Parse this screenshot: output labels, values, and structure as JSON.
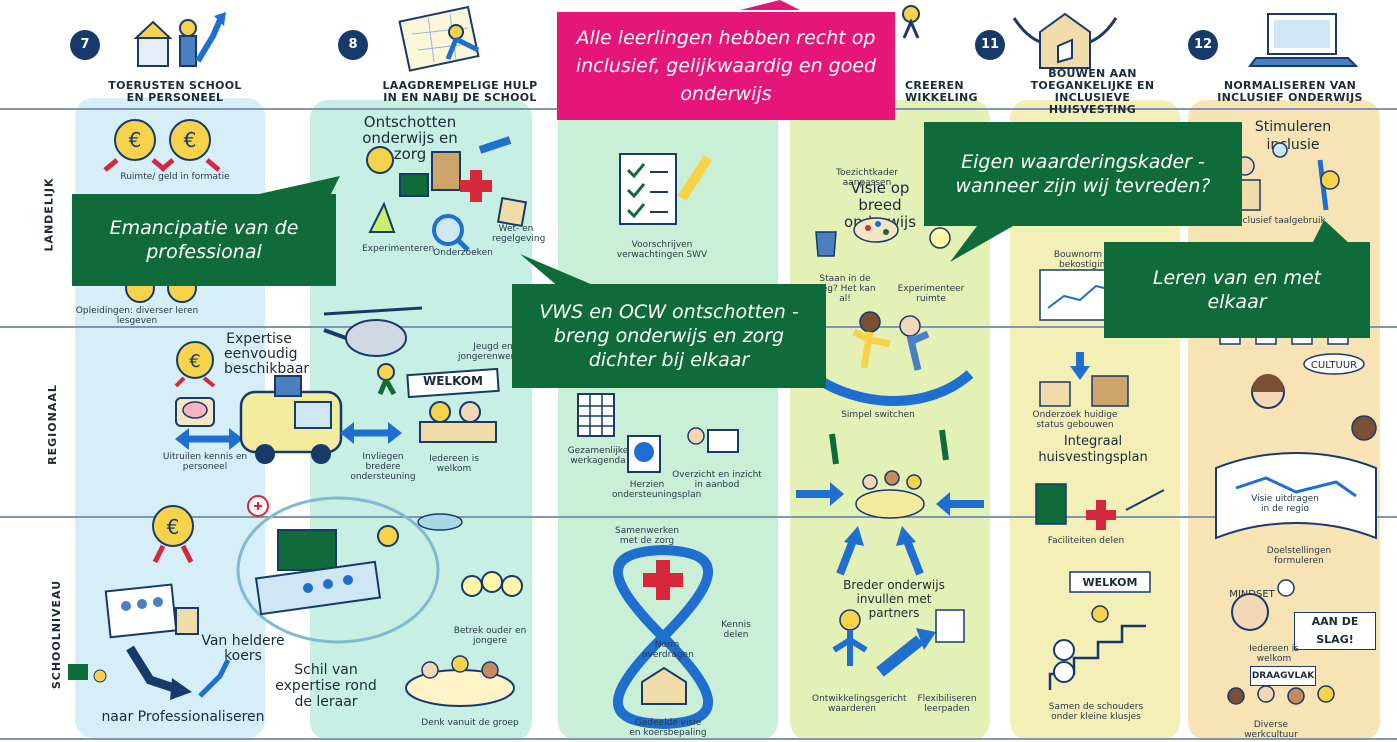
{
  "columns": [
    {
      "number": "7",
      "title_line1": "TOERUSTEN SCHOOL",
      "title_line2": "EN PERSONEEL"
    },
    {
      "number": "8",
      "title_line1": "LAAGDREMPELIGE HULP",
      "title_line2": "IN EN NABIJ DE SCHOOL"
    },
    {
      "number": "",
      "title_line1": "CREEREN",
      "title_line2": "WIKKELING"
    },
    {
      "number": "11",
      "title_line1": "BOUWEN AAN",
      "title_line2": "TOEGANKELIJKE EN",
      "title_line3": "INCLUSIEVE HUISVESTING"
    },
    {
      "number": "12",
      "title_line1": "NORMALISEREN VAN",
      "title_line2": "INCLUSIEF ONDERWIJS"
    }
  ],
  "rows": [
    "LANDELIJK",
    "REGIONAAL",
    "SCHOOLNIVEAU"
  ],
  "callouts": {
    "inclusive": "Alle leerlingen hebben recht op inclusief, gelijkwaardig en goed onderwijs",
    "emancipation": "Emancipatie van de professional",
    "vws": "VWS en OCW ontschotten - breng onderwijs en zorg dichter bij elkaar",
    "waardering": "Eigen waarderingskader - wanneer zijn wij tevreden?",
    "leren": "Leren van en met elkaar"
  },
  "headings": {
    "ontschotten": "Ontschotten onderwijs en zorg",
    "expertise": "Expertise eenvoudig beschikbaar",
    "visie": "Visie op breed onderwijs",
    "integraal": "Integraal huisvestingsplan",
    "stimuleren": "Stimuleren inclusie",
    "heldere": "Van heldere koers",
    "professionaliseren": "naar Professionaliseren",
    "schil": "Schil van expertise rond de leraar",
    "breder": "Breder onderwijs invullen met partners",
    "welkom": "WELKOM",
    "welkom2": "WELKOM",
    "aandeslag": "AAN DE SLAG!",
    "cultuur": "CULTUUR",
    "draagvlak": "DRAAGVLAK"
  },
  "labels": {
    "ruimte": "Ruimte/ geld in formatie",
    "opleidingen": "Opleidingen: diverser leren lesgeven",
    "uitruilen": "Uitruilen kennis en personeel",
    "inzetten": "Invliegen bredere ondersteuning",
    "iedereen": "Iedereen is welkom",
    "jeugd": "Jeugd en jongerenwerkers",
    "experimenteren": "Experimenteren",
    "onderzoeken": "Onderzoeken",
    "wet": "Wet- en regelgeving",
    "betrek": "Betrek ouder en jongere",
    "denk": "Denk vanuit de groep",
    "voorschrijven": "Voorschrijven verwachtingen SWV",
    "gezamenlijke": "Gezamenlijke werkagenda",
    "herzien": "Herzien ondersteuningsplan",
    "overzicht": "Overzicht en inzicht in aanbod",
    "samenwerken": "Samenwerken met de zorg",
    "norm": "Norm overdragen",
    "kennis": "Kennis delen",
    "gedeelde": "Gedeelde visie en koersbepaling",
    "toezicht": "Toezichtkader aanpassen",
    "staan": "Staan in de weg? Het kan al!",
    "experimenteer": "Experimenteer ruimte",
    "simpel": "Simpel switchen",
    "ontwikkel": "Ontwikkelingsgericht waarderen",
    "flexibel": "Flexibiliseren leerpaden",
    "bouwnorm": "Bouwnorm en bekostiging",
    "onderzoek": "Onderzoek huidige status gebouwen",
    "faciliteiten": "Faciliteiten delen",
    "samen": "Samen de schouders onder kleine klusjes",
    "inclusief": "Inclusief taalgebruik",
    "visieuit": "Visie uitdragen in de regio",
    "doelstellingen": "Doelstellingen formuleren",
    "iedereen2": "Iedereen is welkom",
    "diverse": "Diverse werkcultuur",
    "mindset": "MINDSET"
  },
  "colors": {
    "navy": "#173a6b",
    "green_callout": "#0f6b3a",
    "pink_callout": "#e5157a",
    "band_blue": "#d6eef7",
    "band_teal": "#c8efe3",
    "band_mint": "#c9f0d7",
    "band_lime": "#e3f1b7",
    "band_yellow": "#f4efb6",
    "band_sand": "#f7e3b4"
  }
}
